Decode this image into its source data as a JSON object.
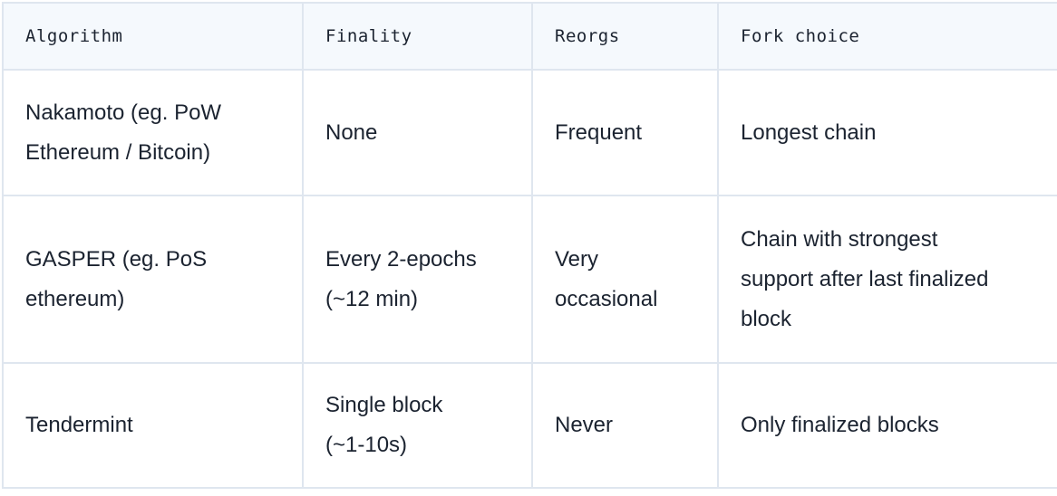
{
  "table": {
    "headers": [
      "Algorithm",
      "Finality",
      "Reorgs",
      "Fork choice"
    ],
    "rows": [
      {
        "algorithm": [
          "Nakamoto (eg. PoW",
          "Ethereum / Bitcoin)"
        ],
        "finality": [
          "None"
        ],
        "reorgs": [
          "Frequent"
        ],
        "fork_choice": [
          "Longest chain"
        ]
      },
      {
        "algorithm": [
          "GASPER (eg. PoS",
          "ethereum)"
        ],
        "finality": [
          "Every 2-epochs",
          "(~12 min)"
        ],
        "reorgs": [
          "Very",
          "occasional"
        ],
        "fork_choice": [
          "Chain with strongest",
          "support after last finalized",
          "block"
        ]
      },
      {
        "algorithm": [
          "Tendermint"
        ],
        "finality": [
          "Single block",
          "(~1-10s)"
        ],
        "reorgs": [
          "Never"
        ],
        "fork_choice": [
          "Only finalized blocks"
        ]
      }
    ]
  },
  "colors": {
    "header_bg": "#f5f9fd",
    "border": "#dfe6ef",
    "text": "#1b2330"
  }
}
